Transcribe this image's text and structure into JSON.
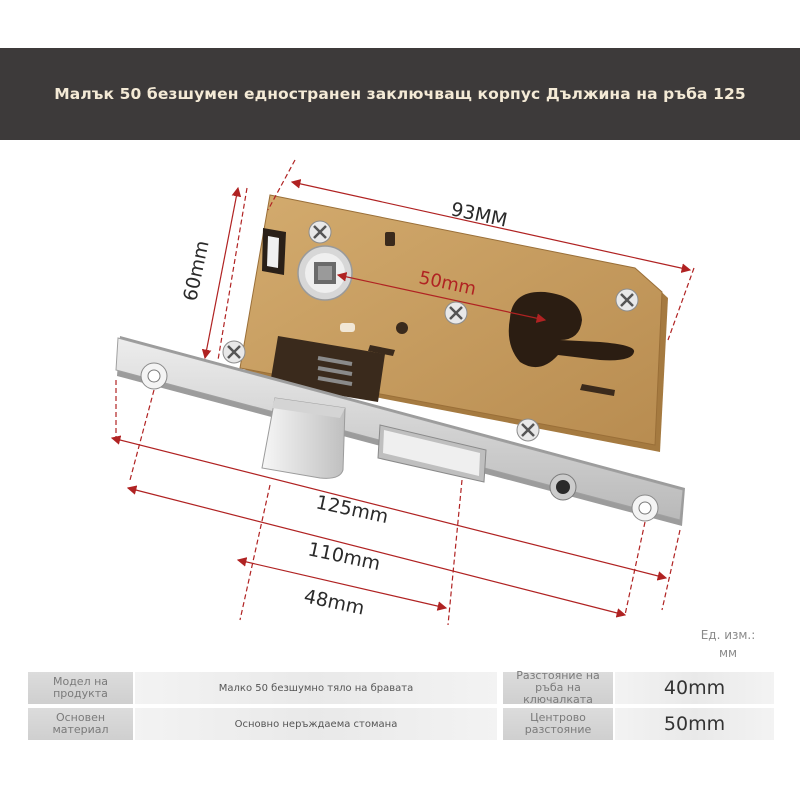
{
  "banner": {
    "title": "Малък 50 безшумен едностранен заключващ корпус Дължина на ръба 125"
  },
  "dimensions": {
    "body_width": "93MM",
    "body_height": "60mm",
    "center_distance": "50mm",
    "faceplate_length": "125mm",
    "hole_spacing": "110mm",
    "backset": "48mm"
  },
  "unit_note": "Ед. изм.: мм",
  "specs": {
    "row1": {
      "label1": "Модел на продукта",
      "value1": "Малко 50 безшумно тяло на бравата",
      "label2": "Разстояние на ръба на ключалката",
      "value2": "40mm"
    },
    "row2": {
      "label1": "Основен материал",
      "value1": "Основно неръждаема стомана",
      "label2": "Центрово разстояние",
      "value2": "50mm"
    }
  },
  "colors": {
    "banner_bg": "#3d3a3a",
    "lock_body": "#c49a5c",
    "faceplate": "#d8d8d8",
    "dimension_line": "#b02222"
  }
}
